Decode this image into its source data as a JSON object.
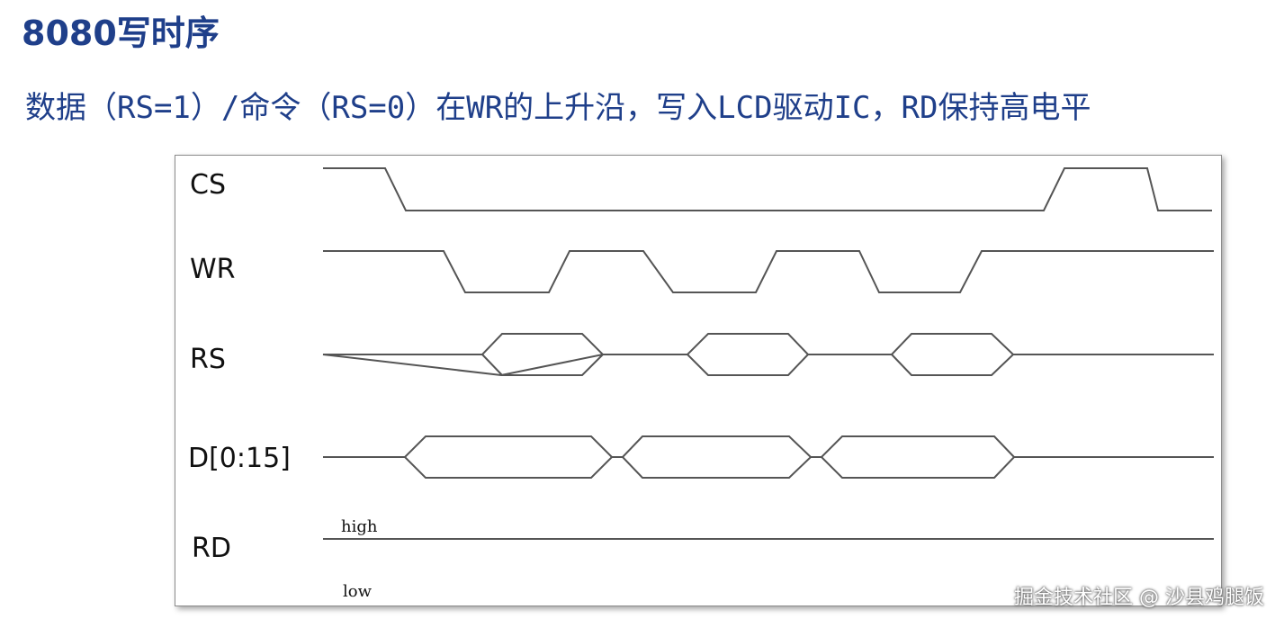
{
  "header": {
    "title": "8080写时序",
    "subtitle": "数据（RS=1）/命令（RS=0）在WR的上升沿，写入LCD驱动IC，RD保持高电平"
  },
  "diagram": {
    "signals": {
      "cs": "CS",
      "wr": "WR",
      "rs": "RS",
      "data": "D[0:15]",
      "rd": "RD"
    },
    "rd_levels": {
      "high": "high",
      "low": "low"
    }
  },
  "watermark": "掘金技术社区 @ 沙县鸡腿饭",
  "colors": {
    "heading": "#1f3f8a",
    "wave": "#555555",
    "frame_border": "#8a8a8a"
  }
}
